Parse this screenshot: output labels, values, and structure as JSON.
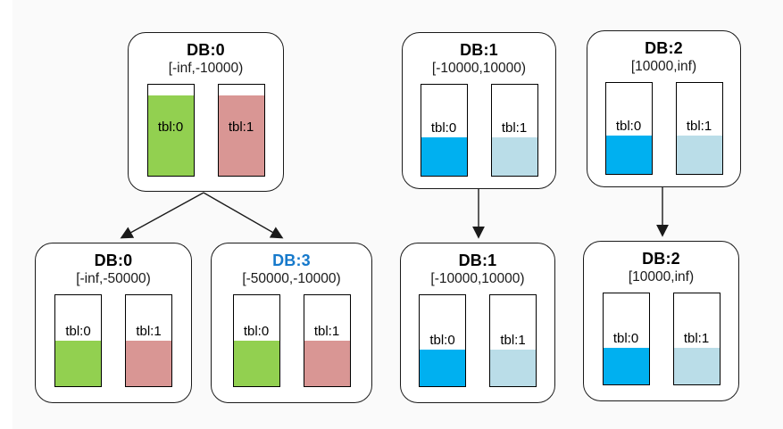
{
  "colors": {
    "background": "#FAFAFA",
    "box_border": "#1A1A1A",
    "green": "#92D050",
    "pink": "#D99694",
    "blue": "#00B0F0",
    "light_blue": "#BADDE8",
    "db3_title_blue": "#1679CB"
  },
  "nodes": [
    {
      "id": "db0-top",
      "title": "DB:0",
      "range": "[-inf,-10000)",
      "tables": [
        {
          "label": "tbl:0",
          "color": "#92D050",
          "fill_pct": 88
        },
        {
          "label": "tbl:1",
          "color": "#D99694",
          "fill_pct": 88
        }
      ]
    },
    {
      "id": "db1-top",
      "title": "DB:1",
      "range": "[-10000,10000)",
      "tables": [
        {
          "label": "tbl:0",
          "color": "#00B0F0",
          "fill_pct": 42
        },
        {
          "label": "tbl:1",
          "color": "#BADDE8",
          "fill_pct": 42
        }
      ]
    },
    {
      "id": "db2-top",
      "title": "DB:2",
      "range": "[10000,inf)",
      "tables": [
        {
          "label": "tbl:0",
          "color": "#00B0F0",
          "fill_pct": 42
        },
        {
          "label": "tbl:1",
          "color": "#BADDE8",
          "fill_pct": 42
        }
      ]
    },
    {
      "id": "db0-bottom",
      "title": "DB:0",
      "range": "[-inf,-50000)",
      "tables": [
        {
          "label": "tbl:0",
          "color": "#92D050",
          "fill_pct": 50
        },
        {
          "label": "tbl:1",
          "color": "#D99694",
          "fill_pct": 50
        }
      ]
    },
    {
      "id": "db3-bottom",
      "title": "DB:3",
      "range": "[-50000,-10000)",
      "title_color": "#1679CB",
      "tables": [
        {
          "label": "tbl:0",
          "color": "#92D050",
          "fill_pct": 50
        },
        {
          "label": "tbl:1",
          "color": "#D99694",
          "fill_pct": 50
        }
      ]
    },
    {
      "id": "db1-bottom",
      "title": "DB:1",
      "range": "[-10000,10000)",
      "tables": [
        {
          "label": "tbl:0",
          "color": "#00B0F0",
          "fill_pct": 40
        },
        {
          "label": "tbl:1",
          "color": "#BADDE8",
          "fill_pct": 40
        }
      ]
    },
    {
      "id": "db2-bottom",
      "title": "DB:2",
      "range": "[10000,inf)",
      "tables": [
        {
          "label": "tbl:0",
          "color": "#00B0F0",
          "fill_pct": 40
        },
        {
          "label": "tbl:1",
          "color": "#BADDE8",
          "fill_pct": 40
        }
      ]
    }
  ],
  "edges": [
    {
      "from": "db0-top",
      "to": "db0-bottom"
    },
    {
      "from": "db0-top",
      "to": "db3-bottom"
    },
    {
      "from": "db1-top",
      "to": "db1-bottom"
    },
    {
      "from": "db2-top",
      "to": "db2-bottom"
    }
  ]
}
